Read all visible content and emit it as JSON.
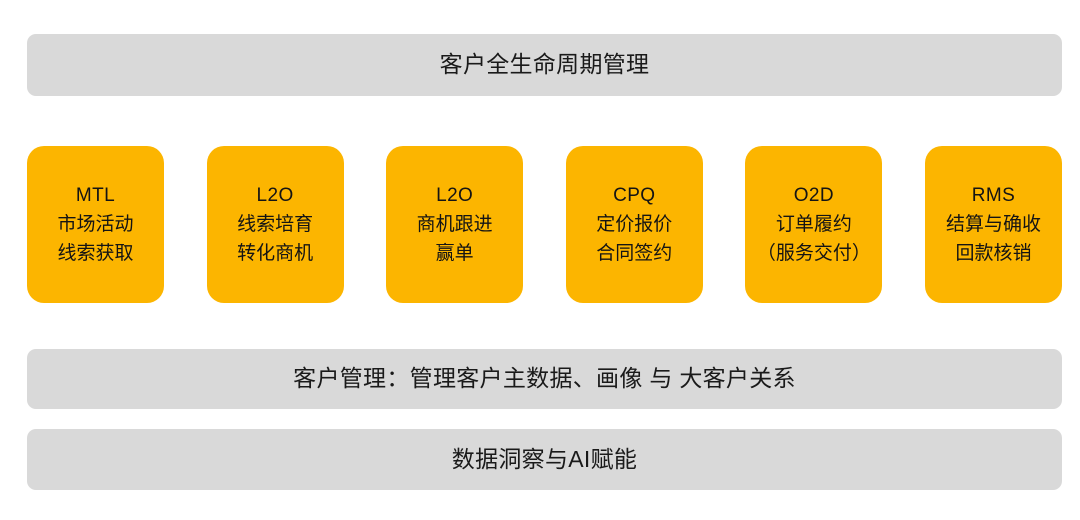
{
  "diagram": {
    "title_band": {
      "label": "客户全生命周期管理"
    },
    "stages": [
      {
        "code": "MTL",
        "line2": "市场活动",
        "line3": "线索获取"
      },
      {
        "code": "L2O",
        "line2": "线索培育",
        "line3": "转化商机"
      },
      {
        "code": "L2O",
        "line2": "商机跟进",
        "line3": "赢单"
      },
      {
        "code": "CPQ",
        "line2": "定价报价",
        "line3": "合同签约"
      },
      {
        "code": "O2D",
        "line2": "订单履约",
        "line3": "（服务交付）"
      },
      {
        "code": "RMS",
        "line2": "结算与确收",
        "line3": "回款核销"
      }
    ],
    "support_bands": [
      {
        "label": "客户管理：管理客户主数据、画像 与 大客户关系"
      },
      {
        "label": "数据洞察与AI赋能"
      }
    ],
    "colors": {
      "band_background": "#d9d9d9",
      "card_background": "#fcb500",
      "text": "#141414",
      "page_background": "#ffffff"
    }
  }
}
